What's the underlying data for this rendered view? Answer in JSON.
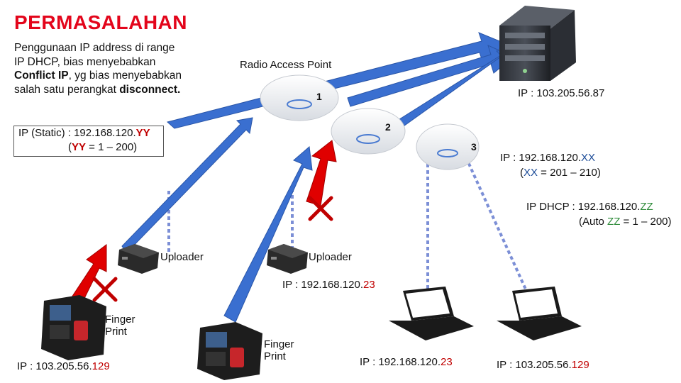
{
  "title": "PERMASALAHAN",
  "description": {
    "p1": "Penggunaan IP address di range IP DHCP, bias menyebabkan ",
    "b1": "Conflict IP",
    "p2": ", yg bias menyebabkan salah satu perangkat ",
    "b2": "disconnect."
  },
  "static_ip": {
    "line1_prefix": "IP (Static) : 192.168.120.",
    "line1_var": "YY",
    "line2_open": "(",
    "line2_var": "YY",
    "line2_rest": " = 1 – 200)"
  },
  "radio_access_point_label": "Radio Access Point",
  "ap_numbers": [
    "1",
    "2",
    "3"
  ],
  "server_ip": "IP : 103.205.56.87",
  "ip_xx": {
    "line1_prefix": "IP : 192.168.120.",
    "line1_var": "XX",
    "line2_open": "(",
    "line2_var": "XX",
    "line2_rest": " = 201 – 210)"
  },
  "dhcp": {
    "line1_prefix": "IP DHCP : 192.168.120.",
    "line1_var": "ZZ",
    "line2_open": "(Auto ",
    "line2_var": "ZZ",
    "line2_rest": " = 1 – 200)"
  },
  "uploader_label": "Uploader",
  "uploader_ip": {
    "prefix": "IP : 192.168.120.",
    "suffix": "23"
  },
  "finger_print_label_1": "Finger",
  "finger_print_label_2": "Print",
  "fp1_ip": {
    "prefix": "IP : 103.205.56.",
    "suffix": "129"
  },
  "laptop1_ip": {
    "prefix": "IP : 192.168.120.",
    "suffix": "23"
  },
  "laptop2_ip": {
    "prefix": "IP : 103.205.56.",
    "suffix": "129"
  },
  "colors": {
    "title_red": "#e3051b",
    "arrow_blue": "#3a6fd0",
    "arrow_red": "#e00000",
    "var_blue": "#1f4e99",
    "var_green": "#2e8b3a",
    "dashed": "#7c8fd6"
  }
}
